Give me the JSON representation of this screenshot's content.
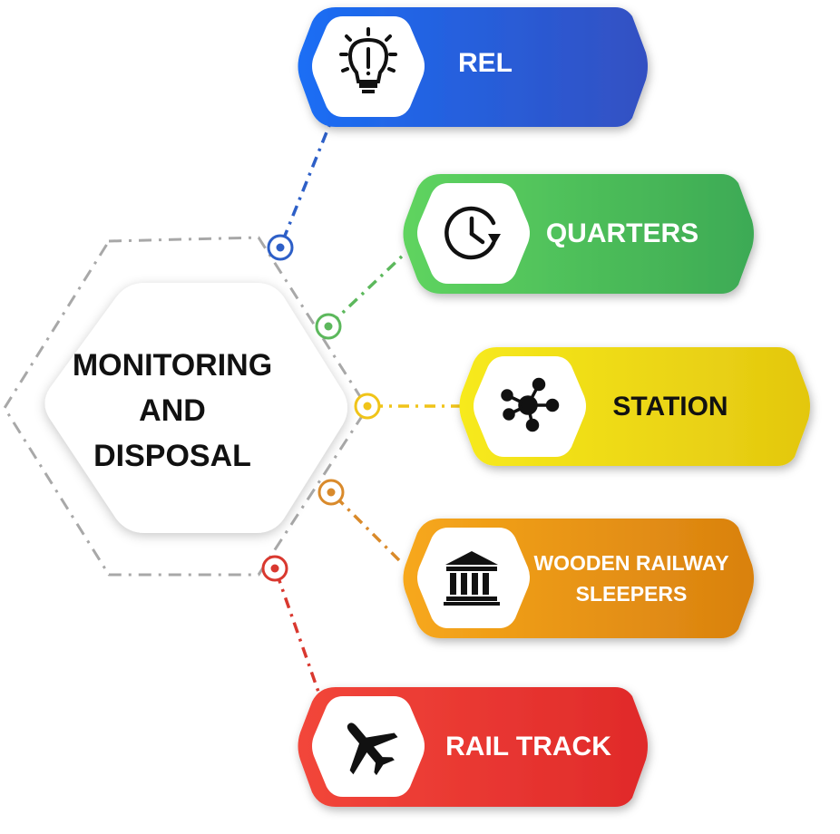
{
  "center": {
    "lines": [
      "MONITORING",
      "AND",
      "DISPOSAL"
    ]
  },
  "items": [
    {
      "label": "REL",
      "icon": "lightbulb-alert-icon",
      "color_start": "#1a6ef5",
      "color_end": "#3350c2",
      "connector_color": "#2d5fc7",
      "text_color": "#ffffff"
    },
    {
      "label": "QUARTERS",
      "icon": "clock-refresh-icon",
      "color_start": "#5fd45f",
      "color_end": "#3daa55",
      "connector_color": "#5cb85c",
      "text_color": "#ffffff"
    },
    {
      "label": "STATION",
      "icon": "network-nodes-icon",
      "color_start": "#f7ea1c",
      "color_end": "#e3c70f",
      "connector_color": "#f0c419",
      "text_color": "#111111"
    },
    {
      "label_lines": [
        "WOODEN RAILWAY",
        "SLEEPERS"
      ],
      "icon": "bank-building-icon",
      "color_start": "#f7a81c",
      "color_end": "#d9810f",
      "connector_color": "#d98a2b",
      "text_color": "#ffffff"
    },
    {
      "label": "RAIL TRACK",
      "icon": "airplane-icon",
      "color_start": "#f2463a",
      "color_end": "#e02a2a",
      "connector_color": "#d9382f",
      "text_color": "#ffffff"
    }
  ]
}
